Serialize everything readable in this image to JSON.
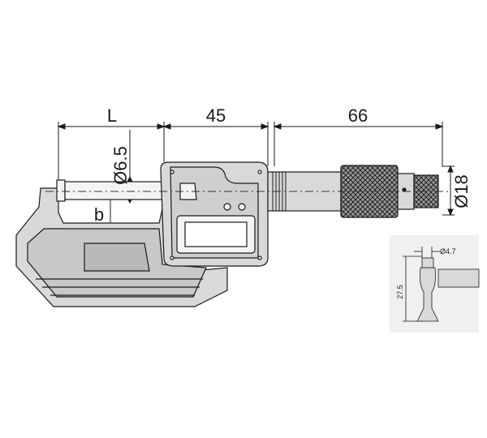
{
  "dimensions": {
    "length_label": "L",
    "frame_to_barrel": "45",
    "barrel_length": "66",
    "spindle_diameter": "Ø6.5",
    "thimble_diameter": "Ø18",
    "anvil_depth_label": "b"
  },
  "detail": {
    "tip_diameter": "Ø4.7",
    "tip_length": "27.5"
  },
  "colors": {
    "line": "#1a1a1a",
    "body_fill": "#d9d9d9",
    "shade_fill": "#b9b9b9",
    "screen_fill": "#f4f4f4",
    "detail_bg": "#f0f0f0",
    "centerline": "#333333"
  }
}
